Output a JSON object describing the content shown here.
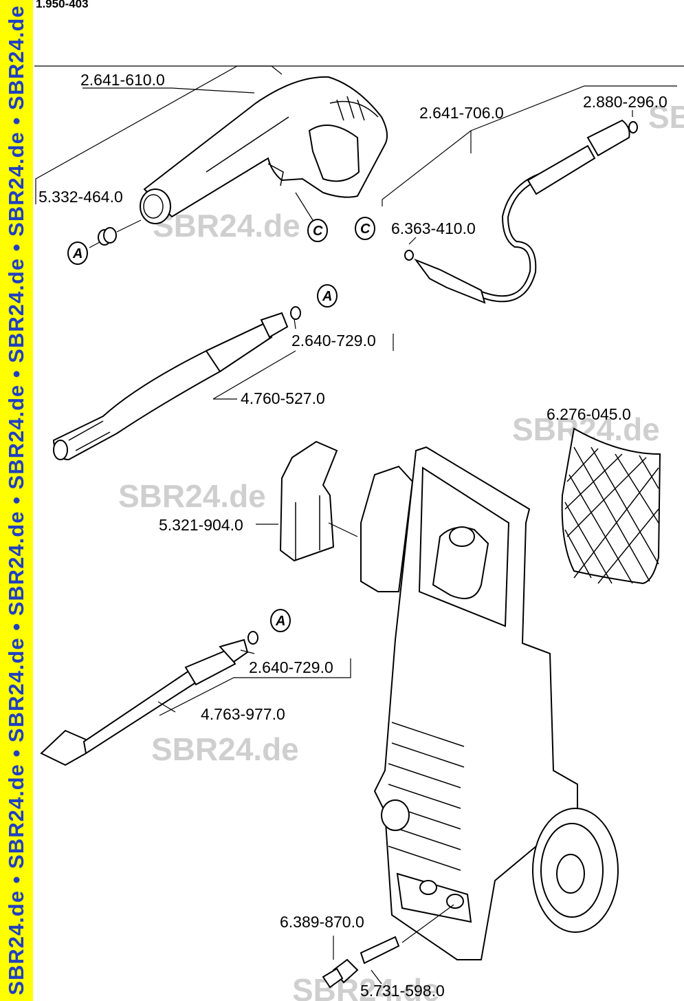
{
  "document_number": "1.950-403",
  "watermark_text": "SBR24.de",
  "sidebar_text": "SBR24.de • SBR24.de • SBR24.de • SBR24.de • SBR24.de • SBR24.de • SBR24.de • SBR24.de",
  "colors": {
    "sidebar_bg": "#ffff00",
    "sidebar_text": "#1f3fc0",
    "watermark": "#cfcfcf"
  },
  "part_numbers": {
    "spray_gun": "2.641-610.0",
    "hose": "2.641-706.0",
    "hose_end_fitting": "2.880-296.0",
    "gun_oring": "5.332-464.0",
    "hose_oring": "6.363-410.0",
    "nozzle_adapter_1": "2.640-729.0",
    "vario_lance": "4.760-527.0",
    "bag": "6.276-045.0",
    "holder": "5.321-904.0",
    "nozzle_adapter_2": "2.640-729.0",
    "dirt_blaster_lance": "4.763-977.0",
    "inlet_coupling": "6.389-870.0",
    "inlet_filter": "5.731-598.0"
  },
  "connection_markers": {
    "a1": "A",
    "a2": "A",
    "a3": "A",
    "c1": "C",
    "c2": "C"
  }
}
